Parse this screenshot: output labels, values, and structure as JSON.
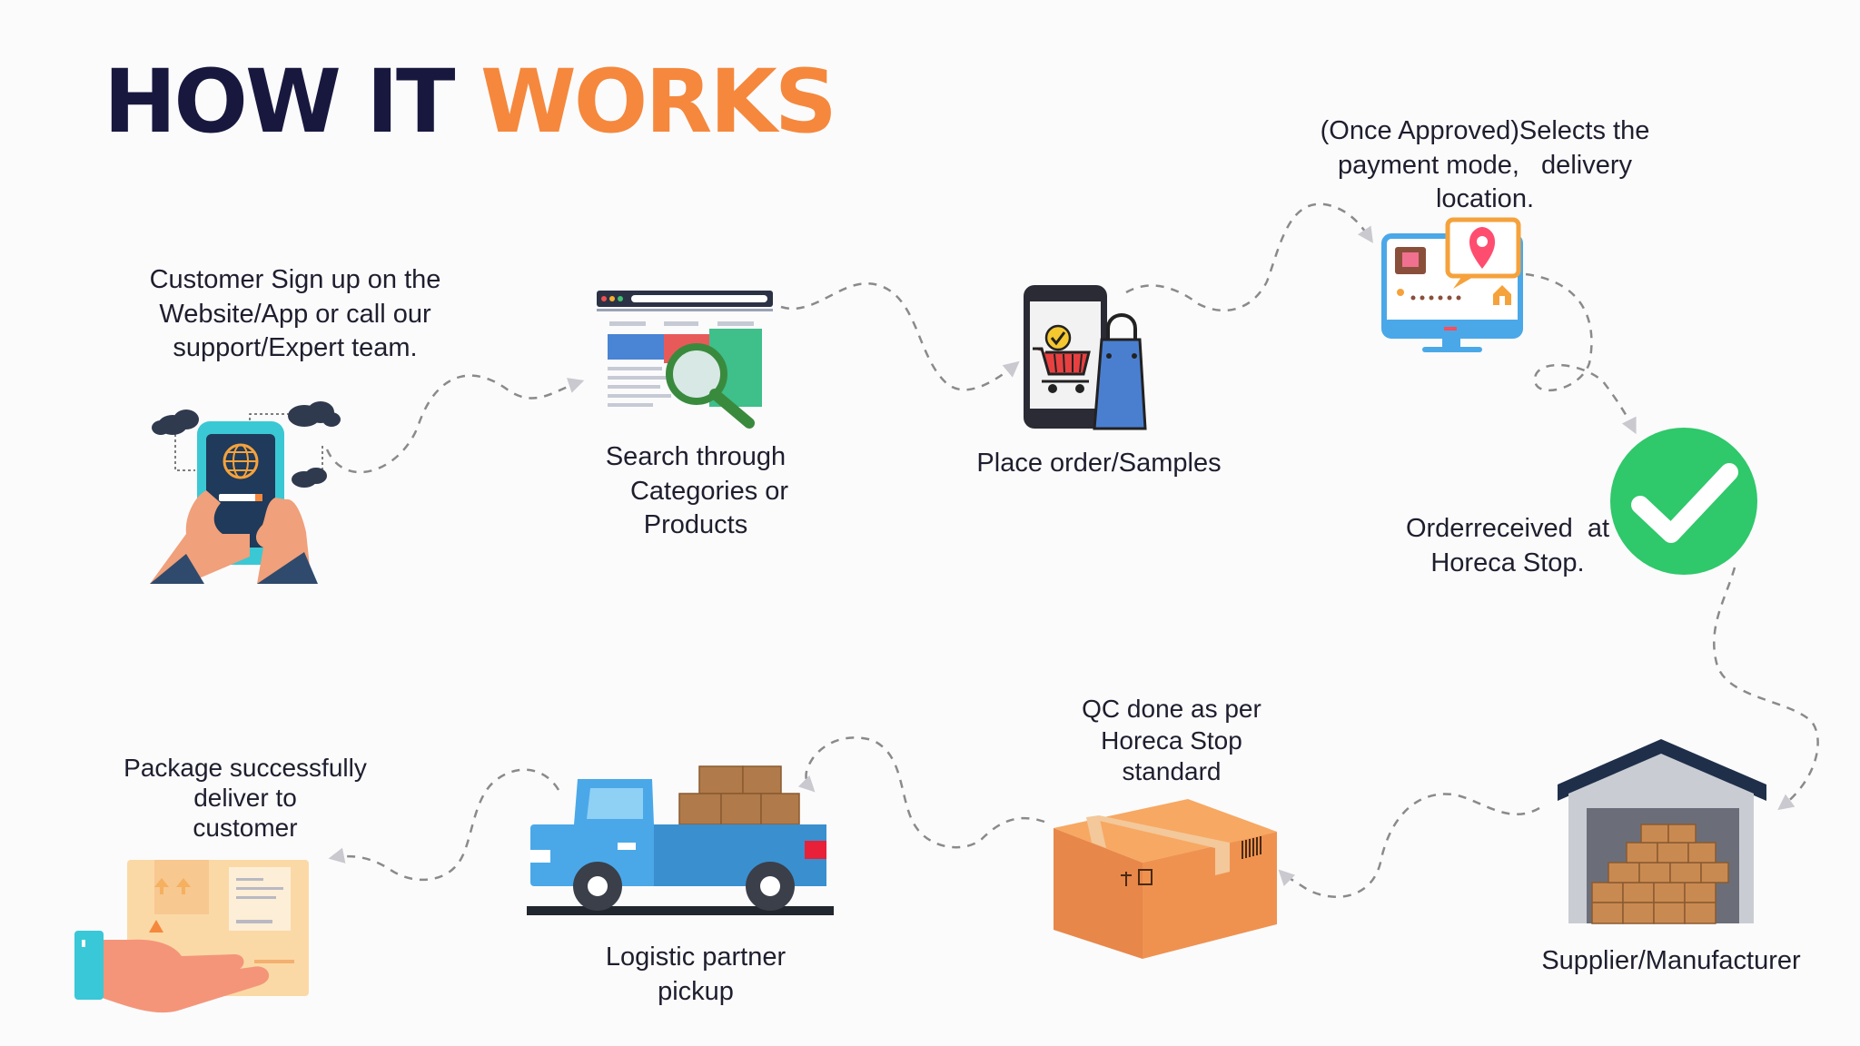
{
  "title": {
    "part1": "HOW IT",
    "part2": "WORKS"
  },
  "colors": {
    "title_dark": "#18183f",
    "title_accent": "#f5883d",
    "check_green": "#2fc86a",
    "connector": "#8a8a8a"
  },
  "steps": [
    {
      "id": "signup",
      "icon": "phone-globe-hands-icon",
      "lines": [
        "Customer Sign up on the",
        "Website/App or call our",
        "support/Expert team."
      ]
    },
    {
      "id": "search",
      "icon": "browser-magnifier-icon",
      "lines": [
        "Search through",
        "Categories or",
        "Products"
      ]
    },
    {
      "id": "order",
      "icon": "phone-cart-shopping-bag-icon",
      "lines": [
        "Place order/Samples"
      ]
    },
    {
      "id": "payment",
      "icon": "monitor-location-pin-icon",
      "lines": [
        "(Once Approved)Selects the",
        "payment mode,   delivery",
        "location."
      ]
    },
    {
      "id": "received",
      "icon": "green-check-icon",
      "lines": [
        "Orderreceived  at",
        "Horeca Stop."
      ]
    },
    {
      "id": "supplier",
      "icon": "warehouse-icon",
      "lines": [
        "Supplier/Manufacturer"
      ]
    },
    {
      "id": "qc",
      "icon": "cardboard-box-icon",
      "lines": [
        "QC done as per",
        "Horeca Stop",
        "standard"
      ]
    },
    {
      "id": "pickup",
      "icon": "pickup-truck-icon",
      "lines": [
        "Logistic partner",
        "pickup"
      ]
    },
    {
      "id": "delivered",
      "icon": "hand-holding-package-icon",
      "lines": [
        "Package successfully",
        "deliver to",
        "customer"
      ]
    }
  ]
}
